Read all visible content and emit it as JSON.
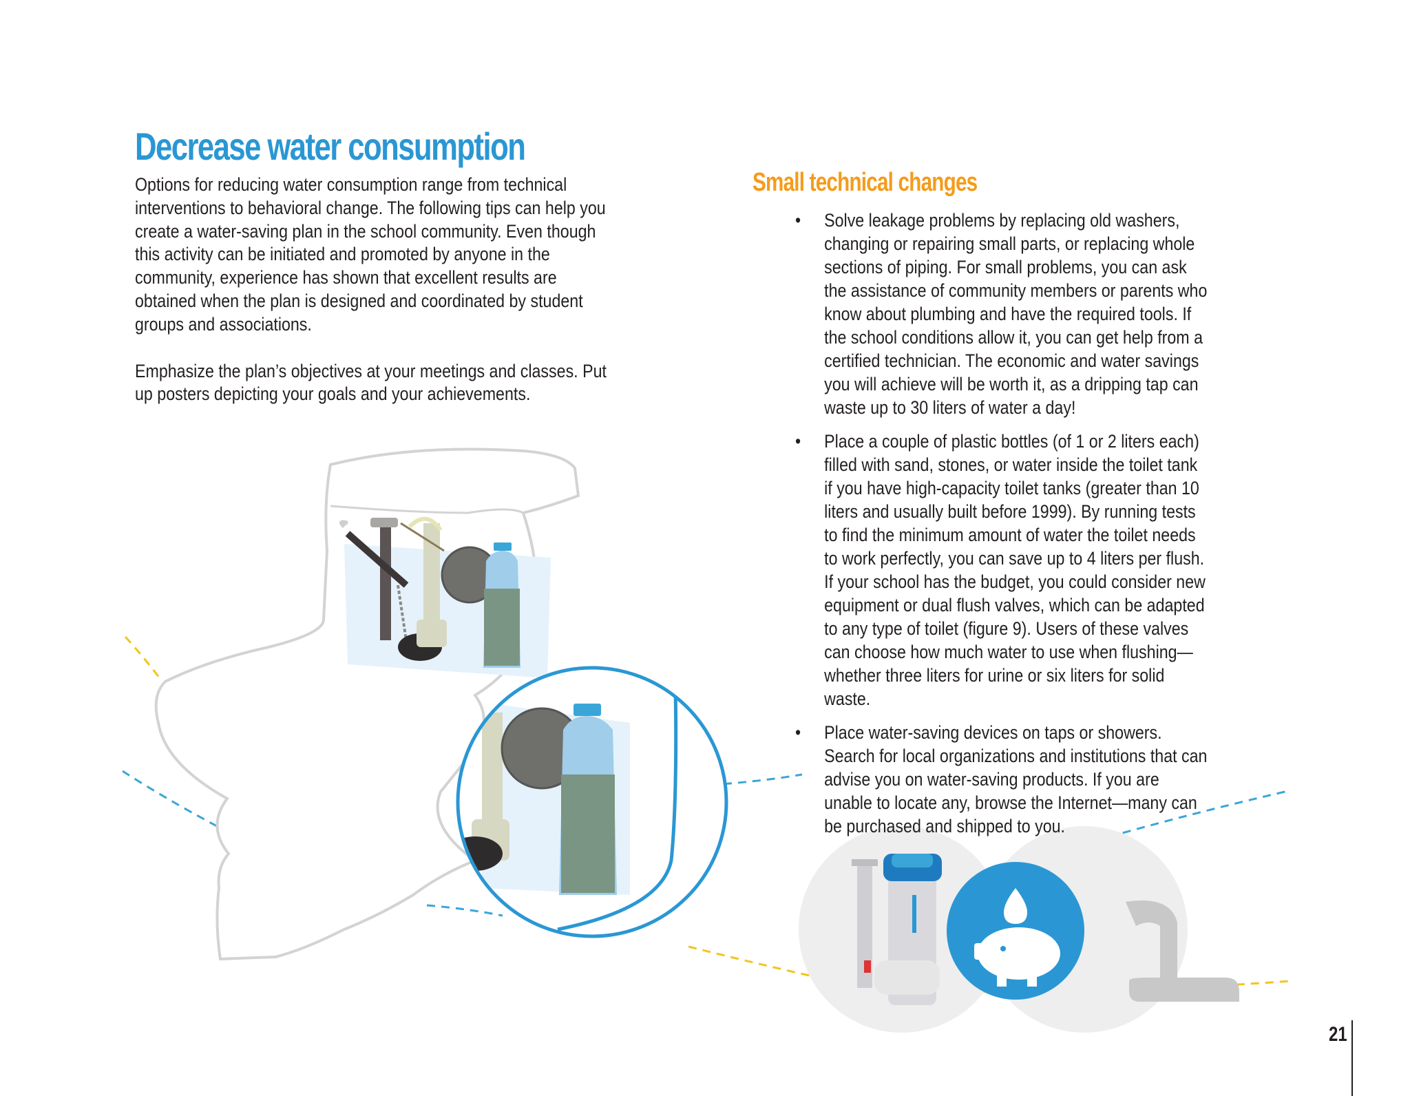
{
  "title": "Decrease water consumption",
  "intro": {
    "paragraphs": [
      "Options for reducing water consumption range from technical interventions to behavioral change. The following tips can help you create a water-saving plan in the school community. Even though this activity can be initiated and promoted by anyone in the community, experience has shown that excellent results are obtained when the plan is designed and coordinated by student groups and associations.",
      "Emphasize the plan’s objectives at your meetings and classes. Put up posters depicting your goals and your achievements."
    ]
  },
  "section": {
    "title": "Small technical changes",
    "bullet_symbol": "•",
    "items": [
      "Solve leakage problems by replacing old washers, changing or repairing small parts, or replacing whole sections of piping. For small problems, you can ask the assistance of community members or parents who know about plumbing and have the required tools. If the school conditions allow it, you can get help from a certified technician. The economic and water savings you will achieve will be worth it, as a dripping tap can waste up to 30 liters of water a day!",
      "Place a couple of plastic bottles (of 1 or 2 liters each) filled with sand, stones, or water inside the toilet tank if you have high-capacity toilet tanks (greater than 10 liters and usually built before 1999). By running tests to find the minimum amount of water the toilet needs to work perfectly, you can save up to 4 liters per flush. If your school has the budget, you could consider new equipment or dual flush valves, which can be adapted to any type of toilet (figure 9). Users of these valves can choose how much water to use when flushing—whether three liters for urine or six liters for solid waste.",
      "Place water-saving devices on taps or showers. Search for local organizations and institutions that can advise you on water-saving products. If you are unable to locate any, browse the Internet—many can be purchased and shipped to you."
    ]
  },
  "page_number": "21",
  "colors": {
    "title_blue": "#2a97d4",
    "section_orange": "#f39c1b",
    "dash_blue": "#3aa6d8",
    "dash_yellow": "#f2c51c",
    "bottle_green": "#7a9583",
    "float_gray": "#6f6f6b"
  },
  "icons": [
    "toilet-tank-illustration",
    "magnified-tank-detail",
    "dual-flush-valve-icon",
    "piggy-bank-water-drop-icon",
    "faucet-icon"
  ]
}
